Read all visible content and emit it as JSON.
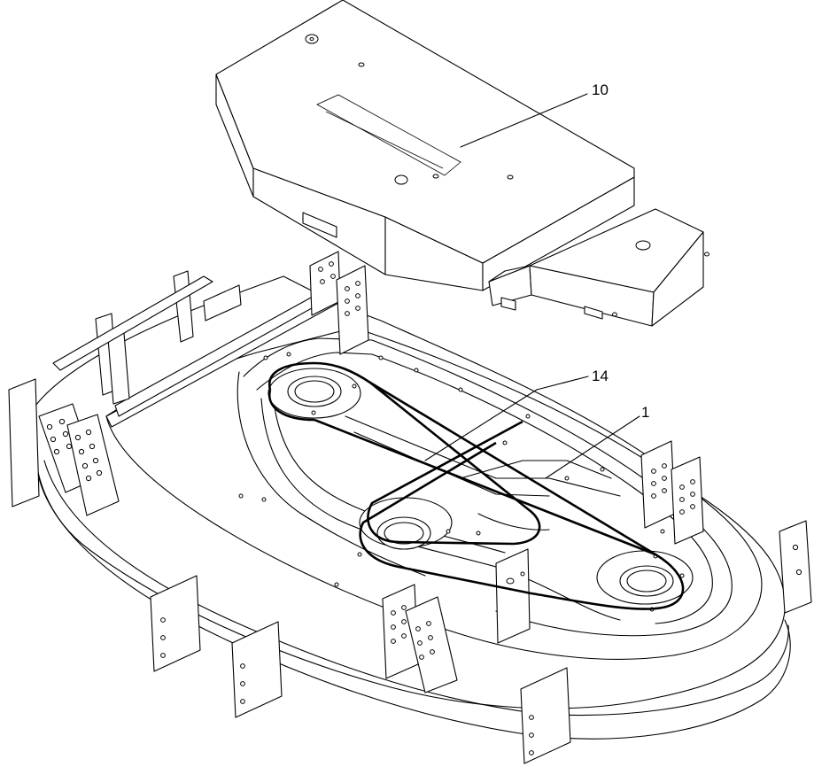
{
  "callouts": [
    {
      "id": "cover",
      "label": "10"
    },
    {
      "id": "belt",
      "label": "14"
    },
    {
      "id": "deck",
      "label": "1"
    }
  ]
}
